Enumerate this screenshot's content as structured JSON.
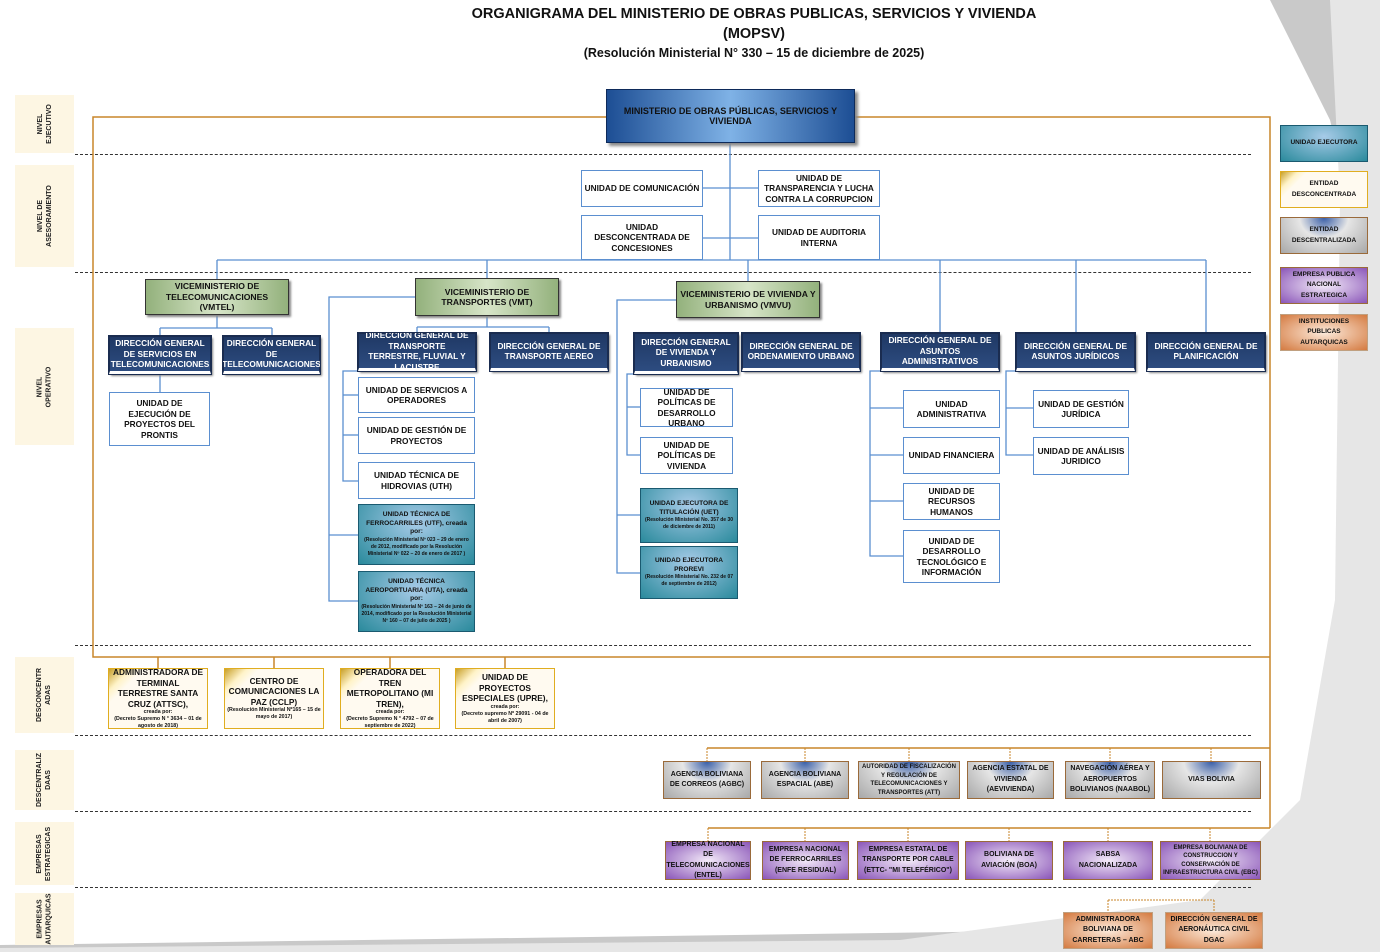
{
  "title": {
    "line1": "ORGANIGRAMA DEL MINISTERIO DE OBRAS PUBLICAS, SERVICIOS Y VIVIENDA",
    "line2": "(MOPSV)",
    "line3": "(Resolución Ministerial N° 330 – 15 de diciembre de 2025)"
  },
  "levels": [
    "NIVEL\nEJECUTIVO",
    "NIVEL DE\nASESORAMIENTO",
    "NIVEL\nOPERATIVO",
    "DESCONCENTR\nADAS",
    "DESCENTRALIZ\nDAAS",
    "EMPRESAS\nESTRATEGICAS",
    "EMPRESAS\nAUTARQUICAS"
  ],
  "ministry": "MINISTERIO DE OBRAS PÚBLICAS, SERVICIOS Y VIVIENDA",
  "advisory": [
    "UNIDAD DE COMUNICACIÓN",
    "UNIDAD DESCONCENTRADA DE CONCESIONES",
    "UNIDAD DE TRANSPARENCIA Y LUCHA CONTRA LA CORRUPCION",
    "UNIDAD DE AUDITORIA INTERNA"
  ],
  "vice": [
    "VICEMINISTERIO DE TELECOMUNICACIONES (VMTEL)",
    "VICEMINISTERIO DE TRANSPORTES (VMT)",
    "VICEMINISTERIO DE VIVIENDA Y URBANISMO (VMVU)"
  ],
  "dg": [
    "DIRECCIÓN GENERAL DE SERVICIOS EN TELECOMUNICACIONES",
    "DIRECCIÓN GENERAL DE TELECOMUNICACIONES",
    "DIRECCIÓN GENERAL DE TRANSPORTE TERRESTRE, FLUVIAL Y LACUSTRE",
    "DIRECCIÓN GENERAL DE TRANSPORTE AEREO",
    "DIRECCIÓN GENERAL DE VIVIENDA Y URBANISMO",
    "DIRECCIÓN GENERAL DE ORDENAMIENTO URBANO",
    "DIRECCIÓN GENERAL DE ASUNTOS ADMINISTRATIVOS",
    "DIRECCIÓN GENERAL DE ASUNTOS JURÍDICOS",
    "DIRECCIÓN GENERAL DE PLANIFICACIÓN"
  ],
  "units": [
    "UNIDAD DE EJECUCIÓN DE PROYECTOS DEL PRONTIS",
    "UNIDAD DE SERVICIOS A OPERADORES",
    "UNIDAD DE GESTIÓN DE PROYECTOS",
    "UNIDAD TÉCNICA DE HIDROVIAS (UTH)",
    "UNIDAD DE POLÍTICAS DE DESARROLLO URBANO",
    "UNIDAD DE POLÍTICAS DE VIVIENDA",
    "UNIDAD ADMINISTRATIVA",
    "UNIDAD FINANCIERA",
    "UNIDAD DE RECURSOS HUMANOS",
    "UNIDAD DE DESARROLLO TECNOLÓGICO E INFORMACIÓN",
    "UNIDAD DE GESTIÓN JURÍDICA",
    "UNIDAD DE ANÁLISIS JURIDICO"
  ],
  "exec_units": [
    {
      "name": "UNIDAD TÉCNICA DE FERROCARRILES (UTF), creada por:",
      "note": "(Resolución Ministerial Nº 023 – 29 de enero de 2012, modificado por la Resolución Ministerial Nº 022 – 20 de enero de 2017 )"
    },
    {
      "name": "UNIDAD TÉCNICA AEROPORTUARIA (UTA), creada por:",
      "note": "(Resolución Ministerial Nº 163 – 24 de junio de 2014, modificado por la Resolución Ministerial Nº 160 – 07 de julio de 2025 )"
    },
    {
      "name": "UNIDAD EJECUTORA DE TITULACIÓN (UET)",
      "note": "(Resolución Ministerial No. 357 de 30 de diciembre de 2011)"
    },
    {
      "name": "UNIDAD EJECUTORA PROREVI",
      "note": "(Resolución Ministerial No. 232 de 07 de septiembre de 2012)"
    }
  ],
  "desconcentradas": [
    {
      "name": "ADMINISTRADORA DE TERMINAL TERRESTRE SANTA CRUZ (ATTSC),",
      "by": "creada por:",
      "note": "(Decreto Supremo N ° 3634 – 01 de agosto de 2018)"
    },
    {
      "name": "CENTRO DE COMUNICACIONES LA PAZ (CCLP)",
      "by": "",
      "note": "(Resolución Ministerial Nº165 – 15 de mayo de 2017)"
    },
    {
      "name": "OPERADORA DEL TREN METROPOLITANO (MI TREN),",
      "by": "creada por:",
      "note": "(Decreto Supremo N ° 4792 – 07 de septiembre de 2022)"
    },
    {
      "name": "UNIDAD DE PROYECTOS ESPECIALES (UPRE),",
      "by": "creada por:",
      "note": "(Decreto supremo Nº 29091 - 04 de abril de 2007)"
    }
  ],
  "descentralizadas": [
    "AGENCIA BOLIVIANA DE CORREOS (AGBC)",
    "AGENCIA BOLIVIANA ESPACIAL (ABE)",
    "AUTORIDAD DE FISCALIZACIÓN Y REGULACIÓN DE TELECOMUNICACIONES Y TRANSPORTES (ATT)",
    "AGENCIA ESTATAL DE VIVIENDA (AEVIVIENDA)",
    "NAVEGACIÓN AÉREA Y AEROPUERTOS BOLIVIANOS (NAABOL)",
    "VIAS BOLIVIA"
  ],
  "estrategicas": [
    "EMPRESA NACIONAL DE TELECOMUNICACIONES (ENTEL)",
    "EMPRESA NACIONAL DE FERROCARRILES (ENFE RESIDUAL)",
    "EMPRESA ESTATAL DE TRANSPORTE POR CABLE (ETTC- \"MI TELEFÉRICO\")",
    "BOLIVIANA DE AVIACIÓN (BOA)",
    "SABSA NACIONALIZADA",
    "EMPRESA BOLIVIANA DE CONSTRUCCION Y CONSERVACIÓN DE INFRAESTRUCTURA CIVIL (EBC)"
  ],
  "autarquicas": [
    "ADMINISTRADORA BOLIVIANA DE CARRETERAS – ABC",
    "DIRECCIÓN GENERAL DE AERONÁUTICA CIVIL DGAC"
  ],
  "legend": [
    "UNIDAD EJECUTORA",
    "ENTIDAD DESCONCENTRADA",
    "ENTIDAD DESCENTRALIZADA",
    "EMPRESA PUBLICA NACIONAL ESTRATEGICA",
    "INSTITUCIONES PUBLICAS AUTARQUICAS"
  ],
  "colors": {
    "ministry": "#1d4e94",
    "vice": "#93b17c",
    "direction": "#1f3864",
    "unit_border": "#5b8fd0",
    "executing_unit": "#2a8a9c",
    "desconcentrada": "#e0ad20",
    "descentralizada": "#a8a8a8",
    "estrategica": "#8a55b8",
    "autarquica": "#d47a40",
    "frame": "#c8862a"
  }
}
